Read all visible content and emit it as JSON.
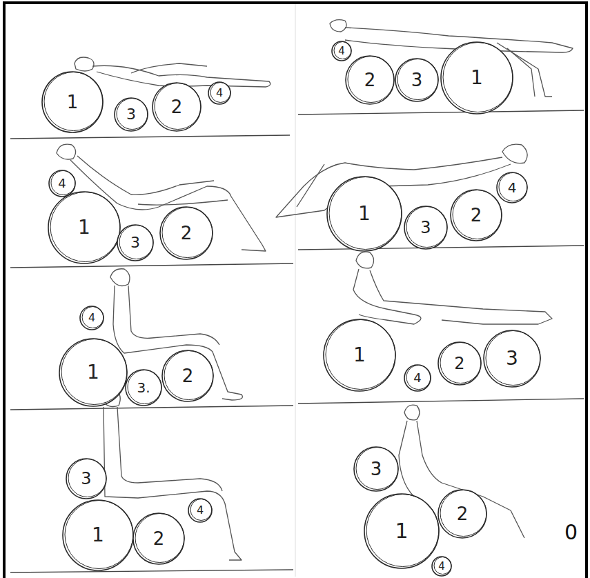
{
  "diagram": {
    "nodes": [
      {
        "text": [
          "1"
        ]
      },
      {
        "text": [
          "3"
        ]
      },
      {
        "text": [
          "2"
        ]
      },
      {
        "text": [
          "4"
        ]
      },
      {
        "text": [
          "4"
        ]
      },
      {
        "text": [
          "2"
        ]
      },
      {
        "text": [
          "3"
        ]
      },
      {
        "text": [
          "1"
        ]
      },
      {
        "text": [
          "4"
        ]
      },
      {
        "text": [
          "1"
        ]
      },
      {
        "text": [
          "3"
        ]
      },
      {
        "text": [
          "2"
        ]
      },
      {
        "text": [
          "1"
        ]
      },
      {
        "text": [
          "3"
        ]
      },
      {
        "text": [
          "2"
        ]
      },
      {
        "text": [
          "4"
        ]
      },
      {
        "text": [
          "4"
        ]
      },
      {
        "text": [
          "1"
        ]
      },
      {
        "text": [
          "3."
        ]
      },
      {
        "text": [
          "2"
        ]
      },
      {
        "text": [
          "1"
        ]
      },
      {
        "text": [
          "4"
        ]
      },
      {
        "text": [
          "2"
        ]
      },
      {
        "text": [
          "3"
        ]
      },
      {
        "text": [
          "3"
        ]
      },
      {
        "text": [
          "1"
        ]
      },
      {
        "text": [
          "2"
        ]
      },
      {
        "text": [
          "4"
        ]
      },
      {
        "text": [
          "3"
        ]
      },
      {
        "text": [
          "1"
        ]
      },
      {
        "text": [
          "2"
        ]
      },
      {
        "text": [
          "4"
        ]
      }
    ],
    "labels": [
      "0"
    ]
  }
}
